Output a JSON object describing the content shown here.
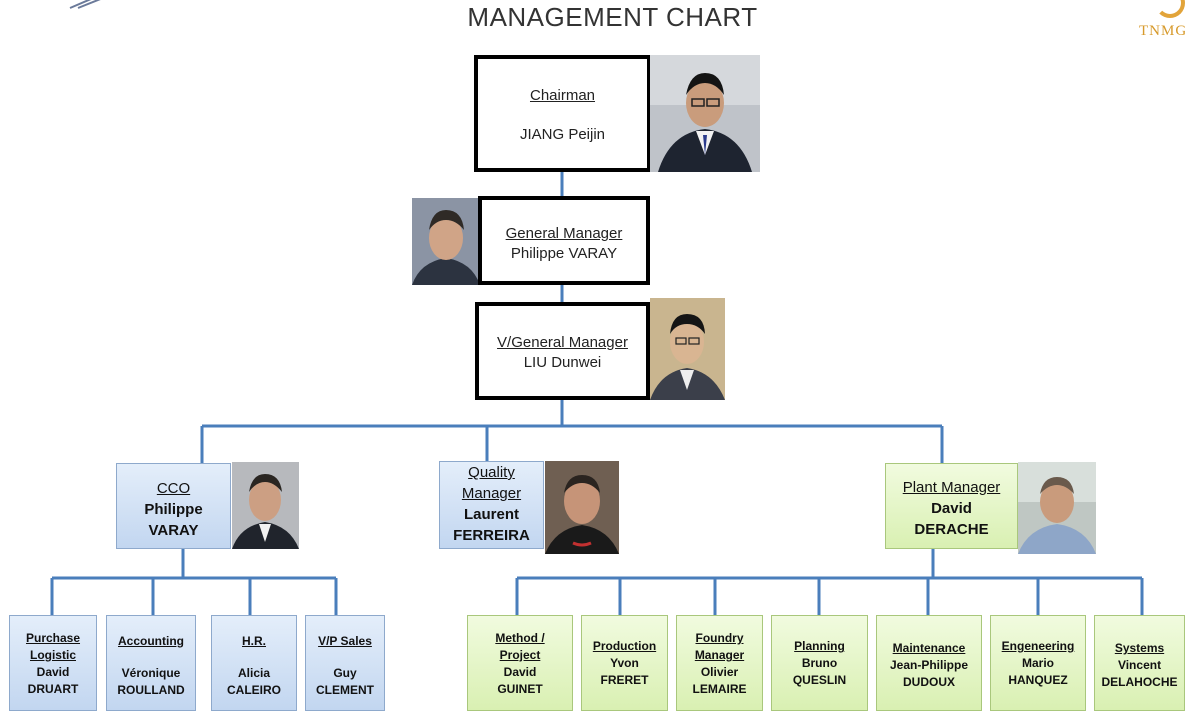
{
  "header": {
    "title": "MANAGEMENT CHART",
    "logo_text": "TNMG"
  },
  "chairman": {
    "role": "Chairman",
    "name": "JIANG Peijin"
  },
  "general_manager": {
    "role": "General Manager",
    "name": "Philippe VARAY"
  },
  "vice_general_manager": {
    "role": "V/General Manager",
    "name": "LIU Dunwei"
  },
  "cco": {
    "role": "CCO",
    "name_line1": "Philippe",
    "name_line2": "VARAY"
  },
  "quality_manager": {
    "role_line1": "Quality",
    "role_line2": "Manager",
    "name_line1": "Laurent",
    "name_line2": "FERREIRA"
  },
  "plant_manager": {
    "role": "Plant Manager",
    "name_line1": "David",
    "name_line2": "DERACHE"
  },
  "cco_team": [
    {
      "role_line1": "Purchase",
      "role_line2": "Logistic",
      "name_line1": "David",
      "name_line2": "DRUART"
    },
    {
      "role_line1": "Accounting",
      "name_line1": "Véronique",
      "name_line2": "ROULLAND"
    },
    {
      "role_line1": "H.R.",
      "name_line1": "Alicia",
      "name_line2": "CALEIRO"
    },
    {
      "role_line1": "V/P Sales",
      "name_line1": "Guy",
      "name_line2": "CLEMENT"
    }
  ],
  "plant_team": [
    {
      "role_line1": "Method /",
      "role_line2": "Project",
      "name_line1": "David",
      "name_line2": "GUINET"
    },
    {
      "role_line1": "Production",
      "name_line1": "Yvon",
      "name_line2": "FRERET"
    },
    {
      "role_line1": "Foundry",
      "role_line2": "Manager",
      "name_line1": "Olivier",
      "name_line2": "LEMAIRE"
    },
    {
      "role_line1": "Planning",
      "name_line1": "Bruno",
      "name_line2": "QUESLIN"
    },
    {
      "role_line1": "Maintenance",
      "name_line1": "Jean-Philippe",
      "name_line2": "DUDOUX"
    },
    {
      "role_line1": "Engeneering",
      "name_line1": "Mario",
      "name_line2": "HANQUEZ"
    },
    {
      "role_line1": "Systems",
      "name_line1": "Vincent",
      "name_line2": "DELAHOCHE"
    }
  ],
  "colors": {
    "connector": "#4a7ebb",
    "blue_box": "#c9dbf1",
    "green_box": "#e2f4c6",
    "logo": "#d79a2b"
  }
}
